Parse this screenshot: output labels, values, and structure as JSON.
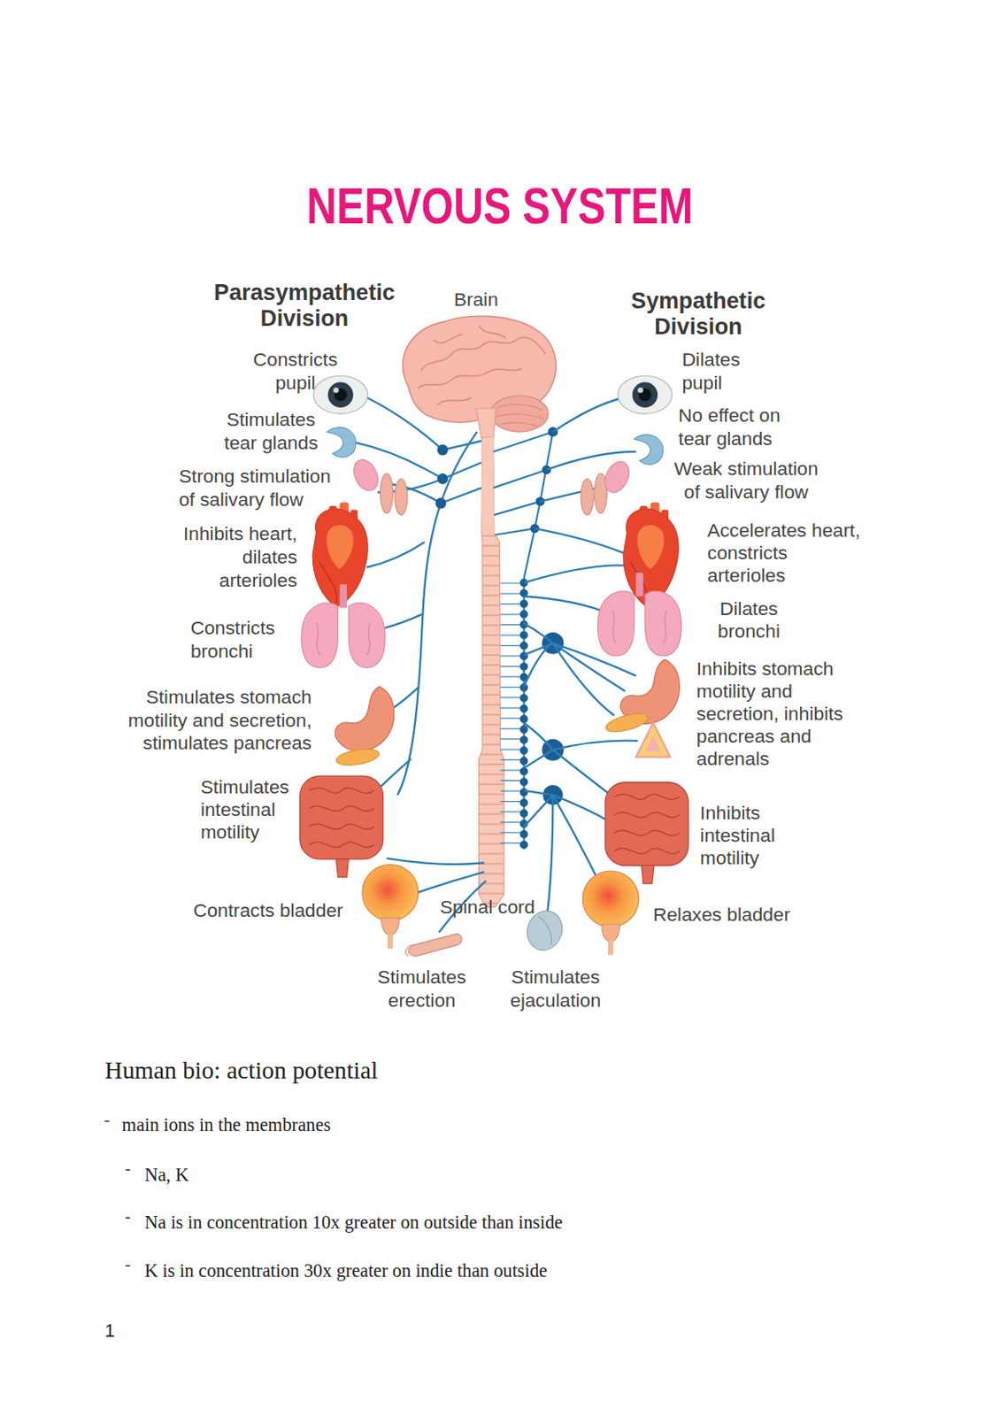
{
  "diagram": {
    "title": "NERVOUS SYSTEM",
    "labels": [
      "Parasympathetic Division",
      "Brain",
      "Sympathetic Division",
      "Constricts pupil",
      "Dilates pupil",
      "Stimulates tear glands",
      "No effect on tear glands",
      "Strong stimulation of salivary flow",
      "Weak stimulation of salivary flow",
      "Inhibits heart, dilates arterioles",
      "Accelerates heart, constricts arterioles",
      "Dilates bronchi",
      "Constricts bronchi",
      "Inhibits stomach motility and secretion, inhibits pancreas and adrenals",
      "Stimulates stomach motility and secretion, stimulates pancreas",
      "Stimulates intestinal motility",
      "Inhibits intestinal motility",
      "Contracts bladder",
      "Spinal cord",
      "Relaxes bladder",
      "Stimulates erection",
      "Stimulates ejaculation",
      "Human bio: action potential",
      "main ions in the membranes",
      "Na, K",
      "Na is in concentration 10x greater on outside than inside",
      "K is in concentration 30x greater on indie than outside",
      "1"
    ]
  }
}
